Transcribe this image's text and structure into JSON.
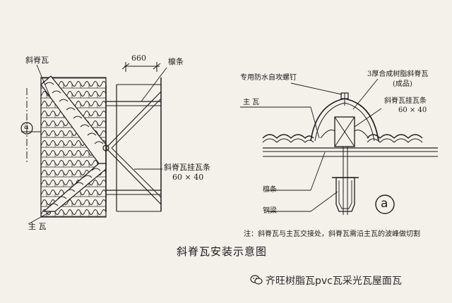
{
  "left_view": {
    "label_hip_tile": "斜脊瓦",
    "label_spacing": "660",
    "label_purlin": "檩条",
    "label_hanging_strip": "斜脊瓦挂瓦条",
    "label_hanging_size": "60 × 40",
    "label_main_tile": "主 瓦",
    "section_marker": "a"
  },
  "right_view": {
    "label_screw": "专用防水自攻螺钉",
    "label_resin_tile": "3厚合成树脂斜脊瓦",
    "label_resin_sub": "(成品)",
    "label_main_tile": "主 瓦",
    "label_hanging_strip": "斜脊瓦挂瓦条",
    "label_hanging_size": "60 × 40",
    "label_purlin": "檩条",
    "label_steel_beam": "钢梁",
    "section_marker": "a"
  },
  "note": "注：斜脊瓦与主瓦交接处，斜脊瓦需沿主瓦的波峰做切割",
  "caption": "斜脊瓦安装示意图",
  "watermark": "齐旺树脂瓦pvc瓦采光瓦屋面瓦",
  "colors": {
    "background": "#f4f1ea",
    "ink": "#1c1c1c"
  },
  "icons": [
    "wechat-icon"
  ]
}
